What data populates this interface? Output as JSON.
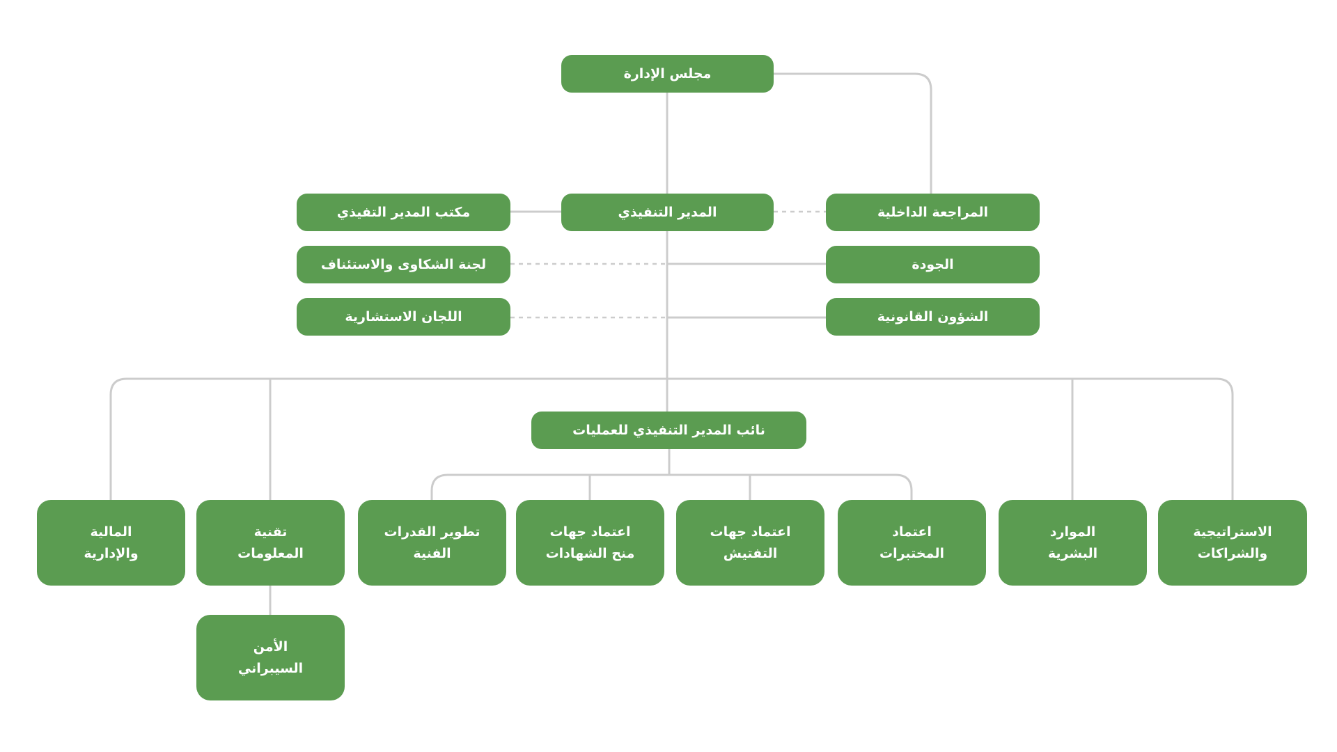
{
  "colors": {
    "node": "#5b9c51",
    "text": "#ffffff",
    "connector": "#cccccc"
  },
  "nodes": {
    "board": "مجلس الإدارة",
    "ceo": "المدير التنفيذي",
    "ceo_office": "مكتب المدير التفيذي",
    "internal_audit": "المراجعة الداخلية",
    "complaints": "لجنة الشكاوى والاستئناف",
    "quality": "الجودة",
    "advisory": "اللجان الاستشارية",
    "legal": "الشؤون القانونية",
    "deputy_ops": "نائب المدير التنفيذي للعمليات",
    "strategy": "الاستراتيجية\nوالشراكات",
    "hr": "الموارد\nالبشرية",
    "labs": "اعتماد\nالمختبرات",
    "inspection": "اعتماد جهات\nالتفتيش",
    "certification": "اعتماد جهات\nمنح الشهادات",
    "capabilities": "تطوير القدرات\nالفنية",
    "it": "تقنية\nالمعلومات",
    "finance": "المالية\nوالإدارية",
    "cyber": "الأمن\nالسيبراني"
  }
}
